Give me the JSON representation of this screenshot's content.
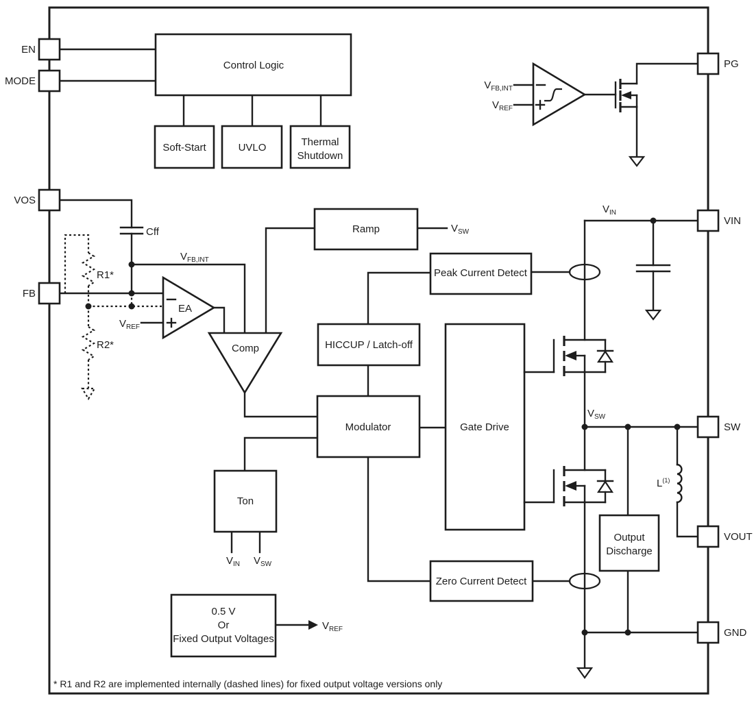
{
  "pins": {
    "left": [
      {
        "label": "EN"
      },
      {
        "label": "MODE"
      },
      {
        "label": "VOS"
      },
      {
        "label": "FB"
      }
    ],
    "right": [
      {
        "label": "PG"
      },
      {
        "label": "VIN"
      },
      {
        "label": "SW"
      },
      {
        "label": "VOUT"
      },
      {
        "label": "GND"
      }
    ]
  },
  "blocks": {
    "control_logic": "Control Logic",
    "soft_start": "Soft-Start",
    "uvlo": "UVLO",
    "thermal_shutdown": [
      "Thermal",
      "Shutdown"
    ],
    "ramp": "Ramp",
    "peak_current_detect": "Peak Current Detect",
    "hiccup_latch_off": "HICCUP / Latch-off",
    "modulator": "Modulator",
    "gate_drive": "Gate Drive",
    "ton": "Ton",
    "zero_current_detect": "Zero Current Detect",
    "output_discharge": [
      "Output",
      "Discharge"
    ],
    "reference": [
      "0.5 V",
      "Or",
      "Fixed Output Voltages"
    ]
  },
  "amplifiers": {
    "error_amp": "EA",
    "comparator": "Comp"
  },
  "signals": {
    "v": "V",
    "sub_fb_int": "FB,INT",
    "sub_ref": "REF",
    "sub_sw": "SW",
    "sub_in": "IN"
  },
  "passives": {
    "cff": "Cff",
    "r1": "R1*",
    "r2": "R2*",
    "inductor": "L",
    "inductor_note": "(1)"
  },
  "footnote": "* R1 and R2 are implemented internally (dashed lines) for fixed output voltage versions only",
  "colors": {
    "line": "#1d1d1d",
    "background": "#ffffff"
  }
}
